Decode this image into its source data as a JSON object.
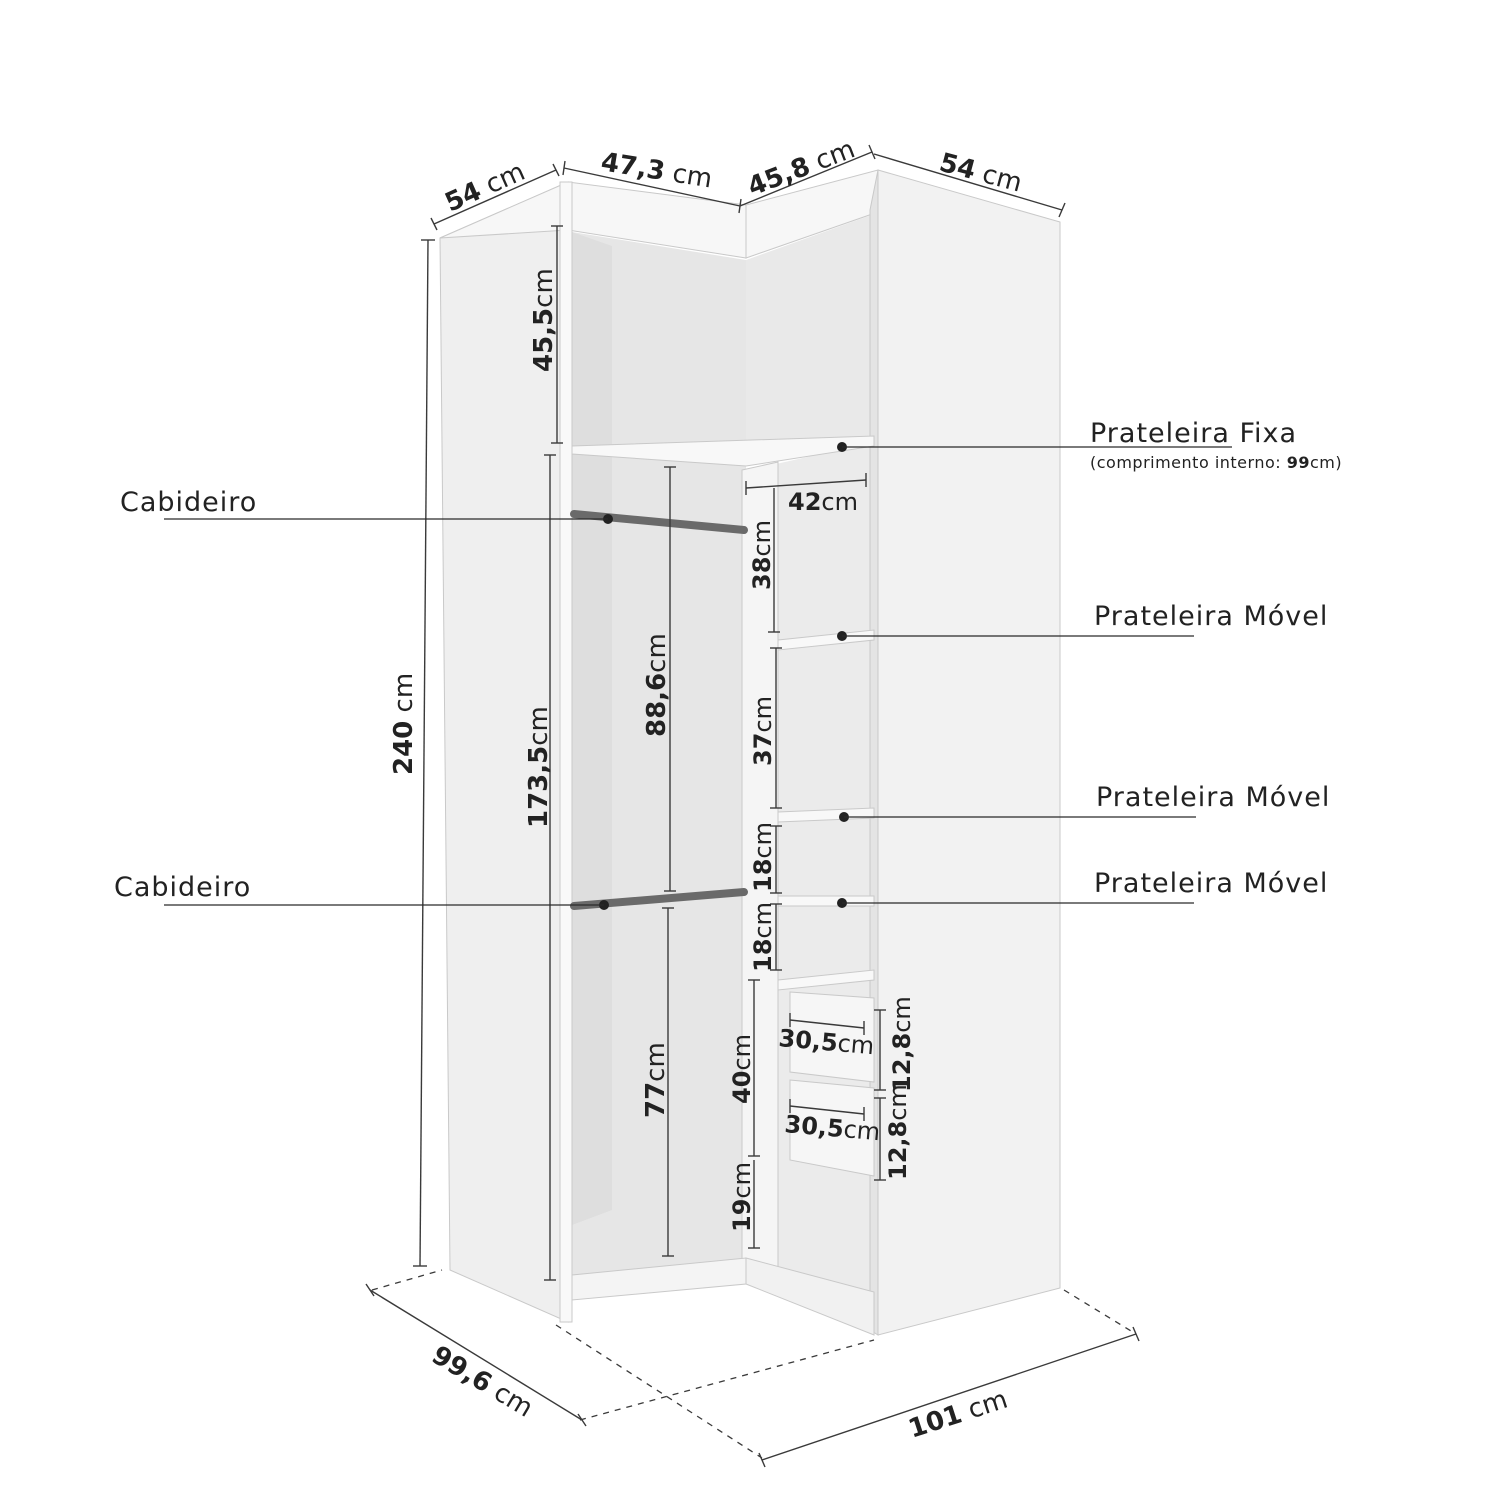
{
  "dimensions": {
    "width_left_depth": {
      "value": "54",
      "unit": " cm"
    },
    "width_left_front": {
      "value": "47,3",
      "unit": " cm"
    },
    "width_right_front": {
      "value": "45,8",
      "unit": " cm"
    },
    "width_right_depth": {
      "value": "54",
      "unit": " cm"
    },
    "height_total": {
      "value": "240",
      "unit": " cm"
    },
    "top_compartment": {
      "value": "45,5",
      "unit": "cm"
    },
    "hanging_total": {
      "value": "173,5",
      "unit": "cm"
    },
    "upper_hanging": {
      "value": "88,6",
      "unit": "cm"
    },
    "lower_hanging": {
      "value": "77",
      "unit": "cm"
    },
    "shelf_depth": {
      "value": "42",
      "unit": "cm"
    },
    "shelf_gap_1": {
      "value": "38",
      "unit": "cm"
    },
    "shelf_gap_2": {
      "value": "37",
      "unit": "cm"
    },
    "shelf_gap_3": {
      "value": "18",
      "unit": "cm"
    },
    "shelf_gap_4": {
      "value": "18",
      "unit": "cm"
    },
    "drawers_zone": {
      "value": "40",
      "unit": "cm"
    },
    "base_gap": {
      "value": "19",
      "unit": "cm"
    },
    "drawer_width_1": {
      "value": "30,5",
      "unit": "cm"
    },
    "drawer_width_2": {
      "value": "30,5",
      "unit": "cm"
    },
    "drawer_height_1": {
      "value": "12,8",
      "unit": "cm"
    },
    "drawer_height_2": {
      "value": "12,8",
      "unit": "cm"
    },
    "base_left": {
      "value": "99,6",
      "unit": " cm"
    },
    "base_right": {
      "value": "101",
      "unit": " cm"
    }
  },
  "callouts": {
    "fixed_shelf": {
      "label": "Prateleira Fixa",
      "note_prefix": "(comprimento interno: ",
      "note_value": "99",
      "note_suffix": "cm)"
    },
    "movable_shelf_1": "Prateleira Móvel",
    "movable_shelf_2": "Prateleira Móvel",
    "movable_shelf_3": "Prateleira Móvel",
    "hanger_rod_upper": "Cabideiro",
    "hanger_rod_lower": "Cabideiro"
  },
  "colors": {
    "background": "#ffffff",
    "cabinet_light": "#f4f4f4",
    "cabinet_mid": "#ebebeb",
    "cabinet_shadow": "#dcdcdc",
    "rod": "#6a6a6a",
    "line": "#2a2a2a"
  }
}
